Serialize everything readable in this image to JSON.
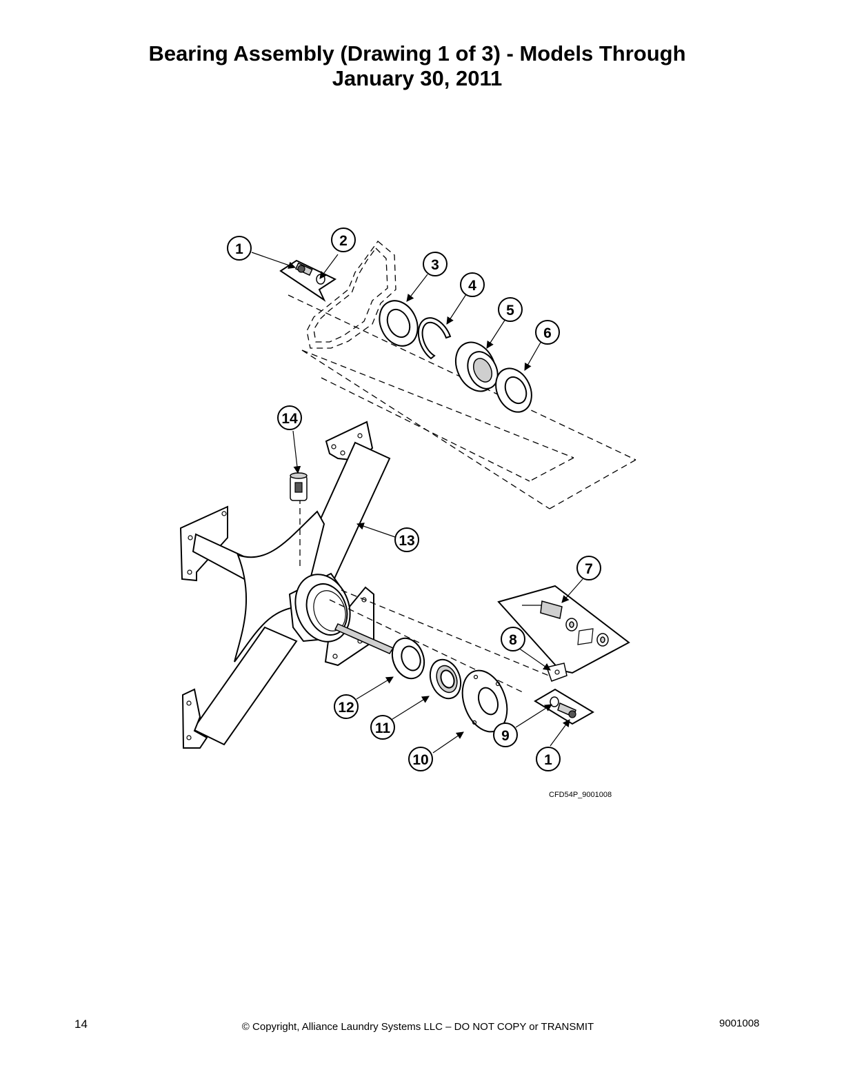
{
  "page": {
    "title_line1": "Bearing Assembly (Drawing 1 of 3) - Models Through",
    "title_line2": "January 30, 2011",
    "drawing_code": "CFD54P_9001008",
    "page_number": "14",
    "copyright": "© Copyright, Alliance Laundry Systems LLC – DO NOT COPY or TRANSMIT",
    "document_number": "9001008"
  },
  "callouts": [
    {
      "id": "c1a",
      "label": "1"
    },
    {
      "id": "c2",
      "label": "2"
    },
    {
      "id": "c3",
      "label": "3"
    },
    {
      "id": "c4",
      "label": "4"
    },
    {
      "id": "c5",
      "label": "5"
    },
    {
      "id": "c6",
      "label": "6"
    },
    {
      "id": "c14",
      "label": "14"
    },
    {
      "id": "c13",
      "label": "13"
    },
    {
      "id": "c7",
      "label": "7"
    },
    {
      "id": "c8",
      "label": "8"
    },
    {
      "id": "c12",
      "label": "12"
    },
    {
      "id": "c11",
      "label": "11"
    },
    {
      "id": "c9",
      "label": "9"
    },
    {
      "id": "c10",
      "label": "10"
    },
    {
      "id": "c1b",
      "label": "1"
    }
  ]
}
